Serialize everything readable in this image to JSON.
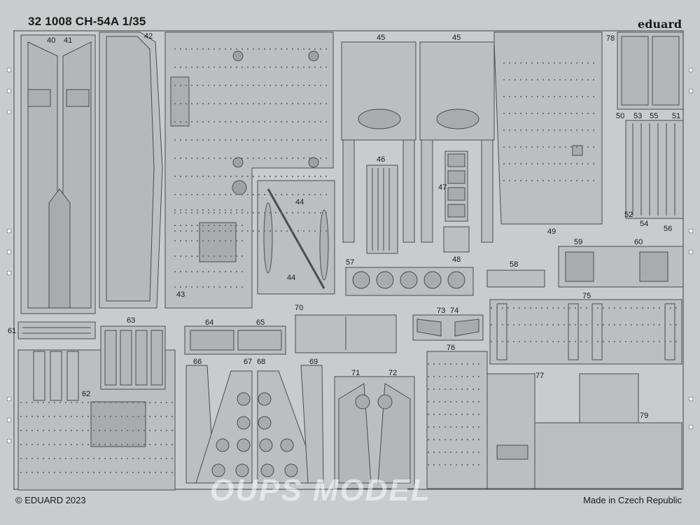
{
  "sheet": {
    "title": "32 1008 CH-54A 1/35",
    "brand": "eduard",
    "copyright": "© EDUARD 2023",
    "made_in": "Made in Czech Republic",
    "watermark": "OUPS MODEL"
  },
  "colors": {
    "fret": "#c9cbcc",
    "part": "#bcbfc1",
    "part_dark": "#a9acae",
    "outline": "#4a4c4e",
    "rivet": "#6d7072"
  },
  "part_numbers": [
    "40",
    "41",
    "42",
    "43",
    "44",
    "45",
    "46",
    "47",
    "48",
    "49",
    "50",
    "51",
    "52",
    "53",
    "54",
    "55",
    "56",
    "57",
    "58",
    "59",
    "60",
    "61",
    "62",
    "63",
    "64",
    "65",
    "66",
    "67",
    "68",
    "69",
    "70",
    "71",
    "72",
    "73",
    "74",
    "75",
    "76",
    "77",
    "78",
    "79"
  ]
}
